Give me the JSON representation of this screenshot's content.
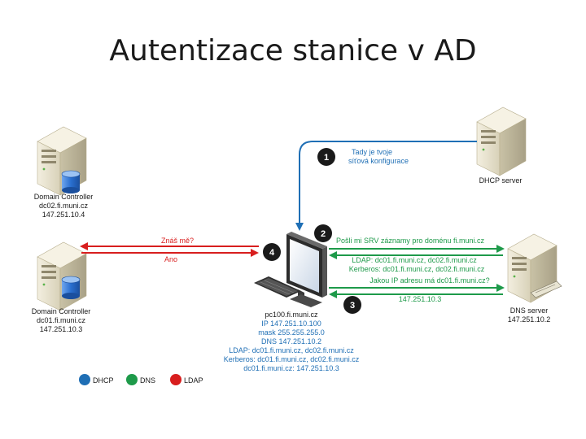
{
  "title": "Autentizace stanice v AD",
  "nodes": {
    "dc02": [
      "Domain Controller",
      "dc02.fi.muni.cz",
      "147.251.10.4"
    ],
    "dc01": [
      "Domain Controller",
      "dc01.fi.muni.cz",
      "147.251.10.3"
    ],
    "dhcp": [
      "DHCP server"
    ],
    "dns": [
      "DNS server",
      "147.251.10.2"
    ],
    "client": {
      "name": "pc100.fi.muni.cz",
      "config": [
        "IP 147.251.10.100",
        "mask 255.255.255.0",
        "DNS 147.251.10.2",
        "LDAP: dc01.fi.muni.cz, dc02.fi.muni.cz",
        "Kerberos: dc01.fi.muni.cz, dc02.fi.muni.cz",
        "dc01.fi.muni.cz: 147.251.10.3"
      ]
    }
  },
  "steps": [
    "1",
    "2",
    "3",
    "4"
  ],
  "messages": {
    "dhcp": [
      "Tady je tvoje",
      "síťová konfigurace"
    ],
    "srv_query": "Pošli mi SRV záznamy pro doménu fi.muni.cz",
    "srv_answer": [
      "LDAP: dc01.fi.muni.cz, dc02.fi.muni.cz",
      "Kerberos: dc01.fi.muni.cz, dc02.fi.muni.cz"
    ],
    "a_query": "Jakou IP adresu má dc01.fi.muni.cz?",
    "a_answer": "147.251.10.3",
    "ldap_query": "Znáš mě?",
    "ldap_answer": "Ano"
  },
  "legend": [
    {
      "label": "DHCP",
      "color": "#1f6fb5"
    },
    {
      "label": "DNS",
      "color": "#1e9a4a"
    },
    {
      "label": "LDAP",
      "color": "#d81e1e"
    }
  ],
  "colors": {
    "dhcp": "#1f6fb5",
    "dns": "#1e9a4a",
    "ldap": "#d81e1e",
    "badge": "#1a1a1a",
    "server_body": "#e9e4cf",
    "db": "#2a6fd0"
  }
}
